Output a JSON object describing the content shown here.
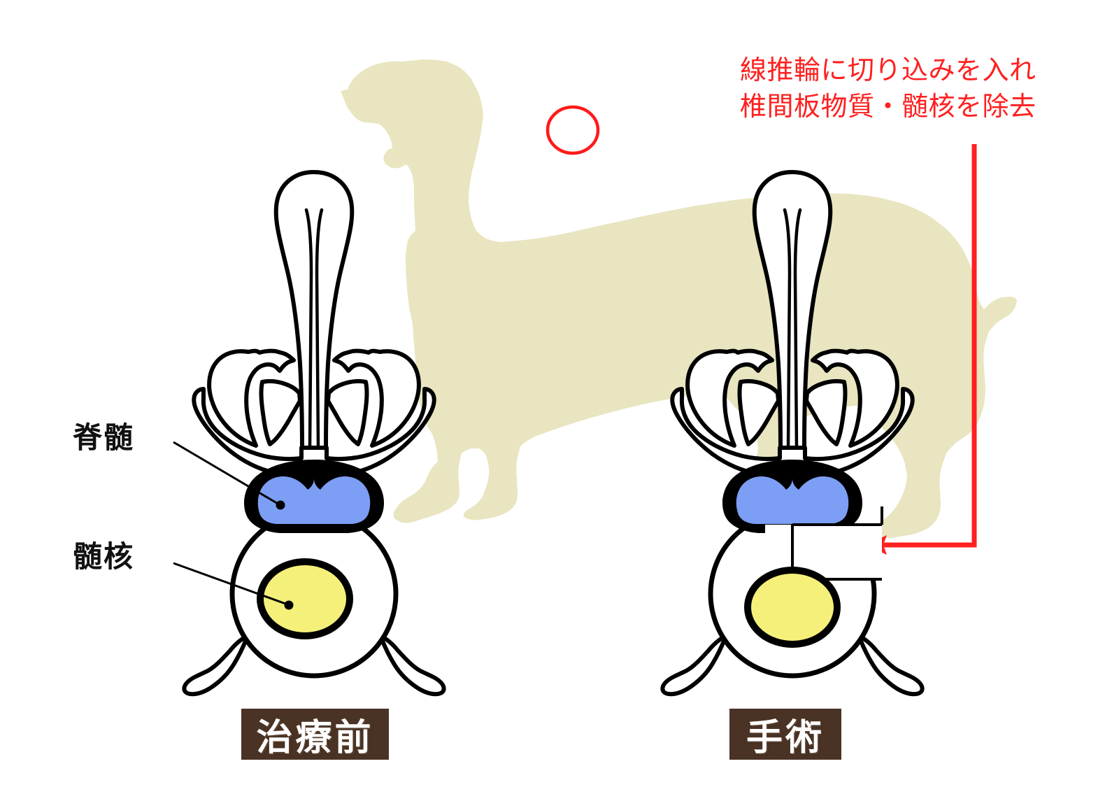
{
  "figure": {
    "title_annotation": "線推輪に切り込みを入れ\n椎間板物質・髄核を除去",
    "annotation_color": "#FF2020"
  },
  "labels": {
    "spinal_cord": "脊髄",
    "nucleus_pulposus": "髄核"
  },
  "panels": [
    {
      "id": "before",
      "caption": "治療前"
    },
    {
      "id": "surgery",
      "caption": "手術"
    }
  ],
  "colors": {
    "dog_silhouette": "#E8E5C0",
    "spinal_cord_blue": "#7D9EF5",
    "nucleus_yellow": "#F5F07A",
    "outline_black": "#000000",
    "caption_brown": "#4A3325",
    "annotation_red": "#FF2020"
  },
  "icons": {
    "dog": "dachshund-silhouette-icon",
    "lesion_marker": "red-circle-marker-icon",
    "pointer": "red-arrow-icon"
  }
}
